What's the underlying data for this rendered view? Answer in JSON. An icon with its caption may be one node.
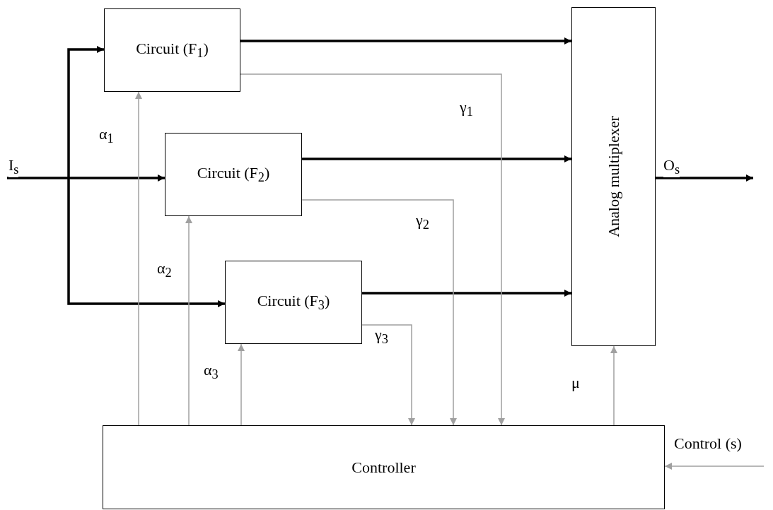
{
  "diagram": {
    "nodes": [
      {
        "text": [
          "Circuit (F$_{1}$)"
        ]
      },
      {
        "text": [
          "Circuit (F$_{2}$)"
        ]
      },
      {
        "text": [
          "Circuit (F$_{3}$)"
        ]
      },
      {
        "text": [
          "Analog multiplexer"
        ]
      },
      {
        "text": [
          "Controller"
        ]
      }
    ],
    "edges": [
      {
        "from": null,
        "to": 0,
        "arrow": "to",
        "style": "thick",
        "color": "#000000"
      },
      {
        "from": null,
        "to": 1,
        "arrow": "to",
        "label": "I$_{s}$",
        "style": "thick",
        "color": "#000000"
      },
      {
        "from": null,
        "to": 2,
        "arrow": "to",
        "style": "thick",
        "color": "#000000"
      },
      {
        "from": 0,
        "to": 3,
        "arrow": "to",
        "style": "thick",
        "color": "#000000"
      },
      {
        "from": 1,
        "to": 3,
        "arrow": "to",
        "style": "thick",
        "color": "#000000"
      },
      {
        "from": 2,
        "to": 3,
        "arrow": "to",
        "style": "thick",
        "color": "#000000"
      },
      {
        "from": 3,
        "to": null,
        "arrow": "to",
        "label": "O$_{s}$",
        "style": "thick",
        "color": "#000000"
      },
      {
        "from": 4,
        "to": 0,
        "arrow": "to",
        "label": "α$_{1}$"
      },
      {
        "from": 4,
        "to": 1,
        "arrow": "to",
        "label": "α$_{2}$"
      },
      {
        "from": 4,
        "to": 2,
        "arrow": "to",
        "label": "α$_{3}$"
      },
      {
        "from": 0,
        "to": 4,
        "arrow": "to",
        "label": "γ$_{1}$"
      },
      {
        "from": 1,
        "to": 4,
        "arrow": "to",
        "label": "γ$_{2}$"
      },
      {
        "from": 2,
        "to": 4,
        "arrow": "to",
        "label": "γ$_{3}$"
      },
      {
        "from": 4,
        "to": 3,
        "arrow": "to",
        "label": "μ"
      },
      {
        "from": null,
        "to": 4,
        "arrow": "to",
        "label": "Control (s)"
      }
    ]
  }
}
